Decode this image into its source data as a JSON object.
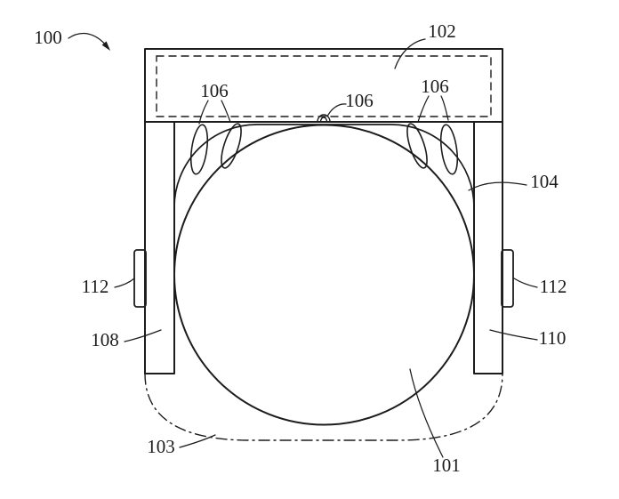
{
  "figure": {
    "kind": "patent-line-drawing",
    "background_color": "#ffffff",
    "line_color": "#1c1c1c"
  },
  "labels": {
    "ref100": "100",
    "ref102": "102",
    "ref103": "103",
    "ref101": "101",
    "ref104": "104",
    "ref106_left": "106",
    "ref106_center": "106",
    "ref106_right": "106",
    "ref108": "108",
    "ref110": "110",
    "ref112_left": "112",
    "ref112_right": "112"
  }
}
